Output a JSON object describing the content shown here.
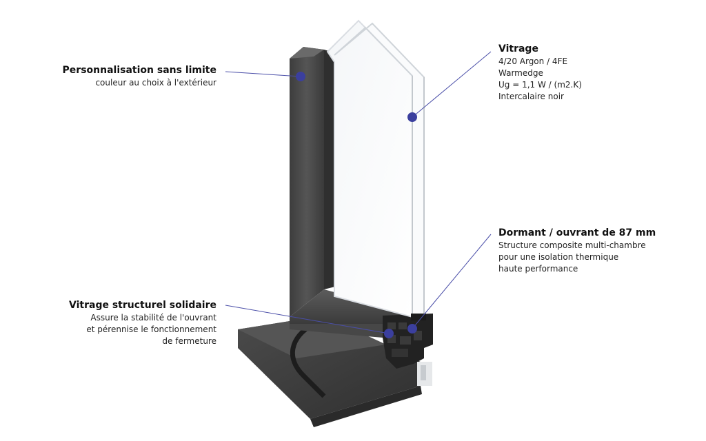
{
  "colors": {
    "marker": "#3b3f9e",
    "leader_line": "#4a4ea8",
    "frame_dark": "#4a4a4a",
    "frame_mid": "#5a5a5a",
    "sill": "#3f3f3f",
    "glass_edge": "#d9dde2"
  },
  "callouts": {
    "personnalisation": {
      "title": "Personnalisation sans limite",
      "lines": [
        "couleur au choix à l'extérieur"
      ]
    },
    "vitrage": {
      "title": "Vitrage",
      "lines": [
        "4/20 Argon / 4FE",
        "Warmedge",
        "Ug = 1,1 W / (m2.K)",
        "Intercalaire noir"
      ]
    },
    "dormant": {
      "title": "Dormant / ouvrant de 87 mm",
      "lines": [
        "Structure composite multi-chambre",
        "pour une isolation thermique",
        "haute performance"
      ]
    },
    "structurel": {
      "title": "Vitrage structurel solidaire",
      "lines": [
        "Assure la stabilité de l'ouvrant",
        "et pérennise le fonctionnement",
        "de fermeture"
      ]
    }
  }
}
